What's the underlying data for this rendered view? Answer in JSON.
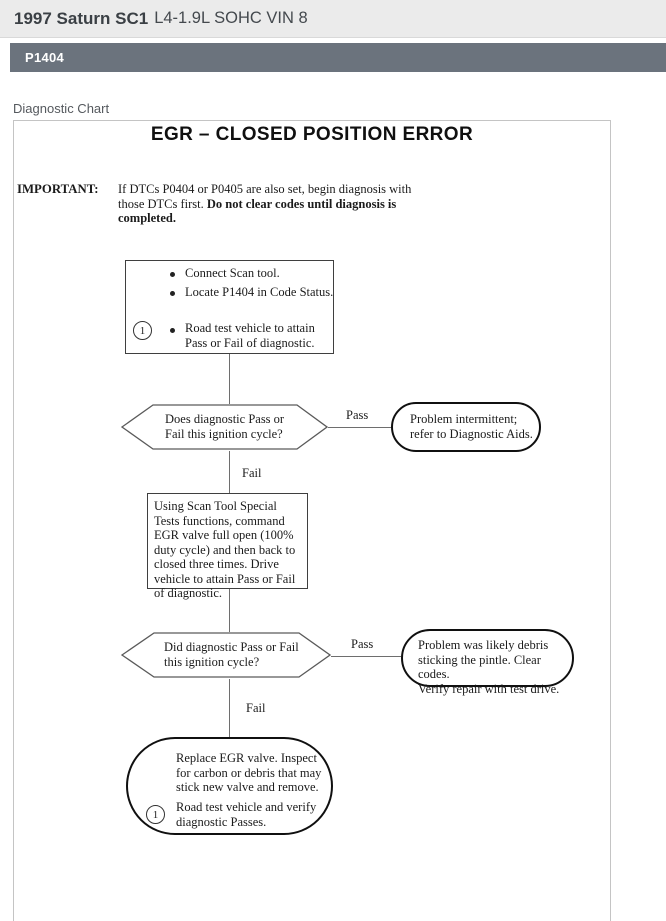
{
  "header": {
    "vehicle_bold": "1997 Saturn SC1",
    "vehicle_rest": "L4-1.9L SOHC VIN 8",
    "dtc_code": "P1404"
  },
  "section": {
    "label": "Diagnostic Chart"
  },
  "chart": {
    "title": "EGR – CLOSED POSITION ERROR",
    "important_label": "IMPORTANT:",
    "important_text": "If DTCs P0404 or P0405 are also set, begin diagnosis with those DTCs first. ",
    "important_bold": "Do not clear codes until diagnosis is completed.",
    "step1": {
      "bullet1": "Connect Scan tool.",
      "bullet2": "Locate P1404 in Code Status.",
      "bullet3": "Road test vehicle to attain Pass or Fail of diagnostic.",
      "footnote": "1"
    },
    "decision1": {
      "line1": "Does diagnostic Pass or",
      "line2": "Fail this ignition cycle?",
      "pass_label": "Pass",
      "fail_label": "Fail"
    },
    "terminal1": {
      "line1": "Problem intermittent;",
      "line2": "refer to Diagnostic Aids."
    },
    "step2": {
      "text": "Using Scan Tool Special Tests functions, command EGR valve full open (100% duty cycle) and then back to closed three times. Drive vehicle to attain Pass or Fail of diagnostic."
    },
    "decision2": {
      "line1": "Did diagnostic Pass or Fail",
      "line2": "this ignition cycle?",
      "pass_label": "Pass",
      "fail_label": "Fail"
    },
    "terminal2": {
      "line1": "Problem was likely debris",
      "line2": "sticking the pintle. Clear codes.",
      "line3": "Verify repair with test drive."
    },
    "terminal3": {
      "text1": "Replace EGR valve. Inspect for carbon or debris that may stick new valve and remove.",
      "footnote": "1",
      "text2": "Road test vehicle and verify diagnostic Passes."
    }
  },
  "colors": {
    "header_bg": "#ebebeb",
    "code_bar_bg": "#6b737d",
    "chart_border": "#c4c4c4",
    "flow_line": "#6e6e6e",
    "ink": "#1b1b1b"
  }
}
